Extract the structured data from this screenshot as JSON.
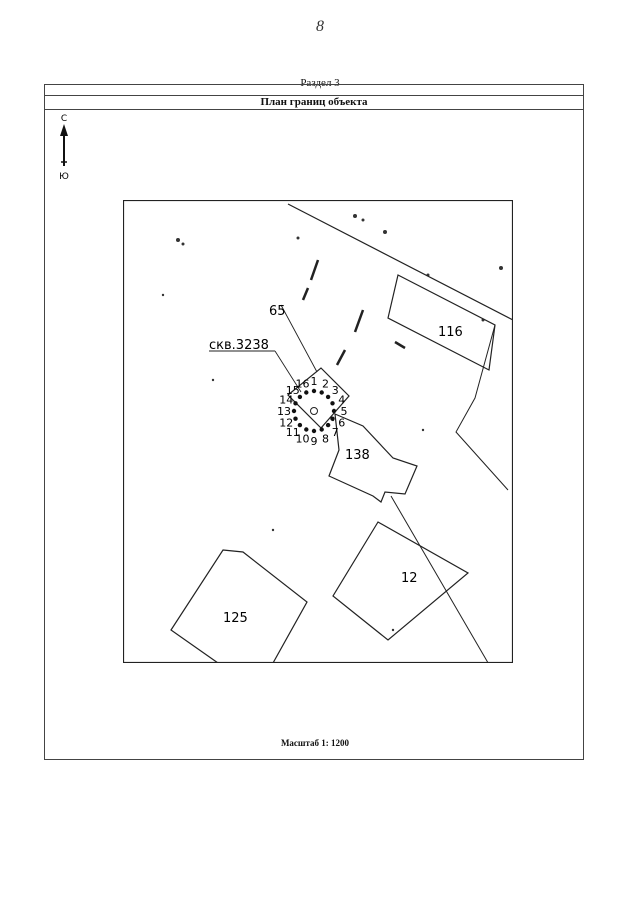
{
  "page_number": "8",
  "header": {
    "section": "Раздел 3",
    "title": "План границ объекта"
  },
  "north_arrow": {
    "north_label": "С",
    "south_label": "Ю"
  },
  "map": {
    "well_label": "скв.3238",
    "parcels": {
      "p65": "65",
      "p116": "116",
      "p138": "138",
      "p12": "12",
      "p125": "125"
    },
    "points": [
      "1",
      "2",
      "3",
      "4",
      "5",
      "6",
      "7",
      "8",
      "9",
      "10",
      "11",
      "12",
      "13",
      "14",
      "15",
      "16"
    ]
  },
  "footer": {
    "scale": "Масштаб 1: 1200"
  }
}
